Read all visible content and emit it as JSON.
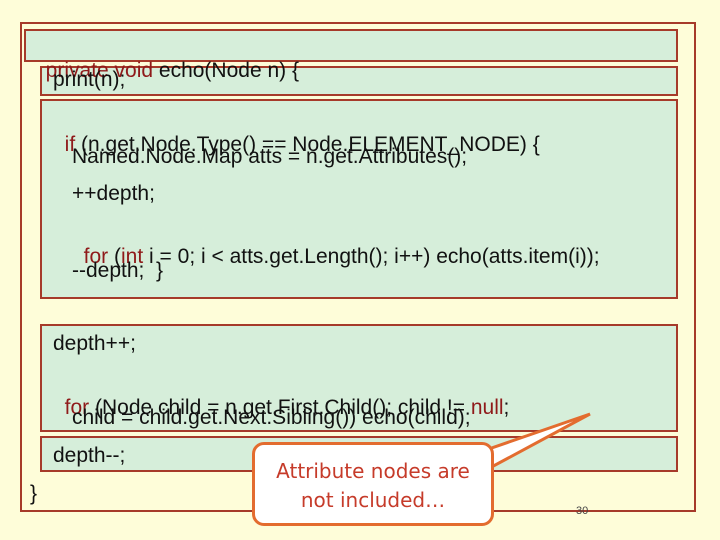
{
  "code": {
    "line1_kw": "private void",
    "line1_rest": " echo(Node n) {",
    "line2": "print(n);",
    "line3_kw": "if",
    "line3_rest": " (n.get.Node.Type() == Node.ELEMENT_NODE) {",
    "line4": "Named.Node.Map atts = n.get.Attributes();",
    "line5": "++depth;",
    "line6_kw1": "for",
    "line6_mid1": " (",
    "line6_kw2": "int",
    "line6_rest": " i = 0; i < atts.get.Length(); i++) echo(atts.item(i));",
    "line7": "--depth;  }",
    "line8": "depth++;",
    "line9_kw1": "for",
    "line9_mid": " (Node child = n.get.First.Child(); child != ",
    "line9_kw2": "null",
    "line9_end": ";",
    "line10": "child = child.get.Next.Sibling()) echo(child);",
    "line11": "depth--;",
    "line12": "}"
  },
  "callout": {
    "line1": "Attribute nodes are",
    "line2": "not included…"
  },
  "slide_number": "30",
  "colors": {
    "background": "#fefdd9",
    "border": "#a63a2a",
    "keyword": "#8f1a1a",
    "callout_border": "#e36c2f",
    "callout_text": "#c63b2a"
  }
}
